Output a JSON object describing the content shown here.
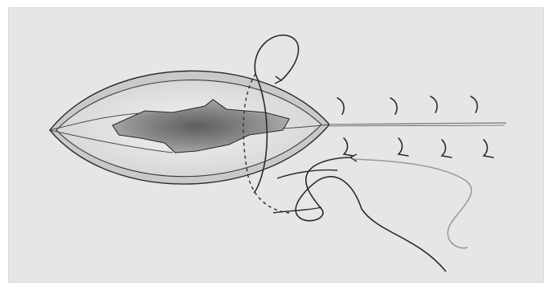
{
  "figure": {
    "panel_color": "#e6e6e6",
    "ink_color": "#2a2a2a",
    "light_thread_color": "#9a9a9a",
    "incision_outer_fill": "#c4c4c4",
    "incision_inner_fill": "#d8d8d8",
    "wound_dark": "#6e6e6e",
    "wound_light": "#b8b8b8",
    "elements": [
      "eye-shaped-incision",
      "central-wound-opening",
      "suture-needle-loop",
      "completed-stitch-marks",
      "suture-thread-tail"
    ]
  }
}
